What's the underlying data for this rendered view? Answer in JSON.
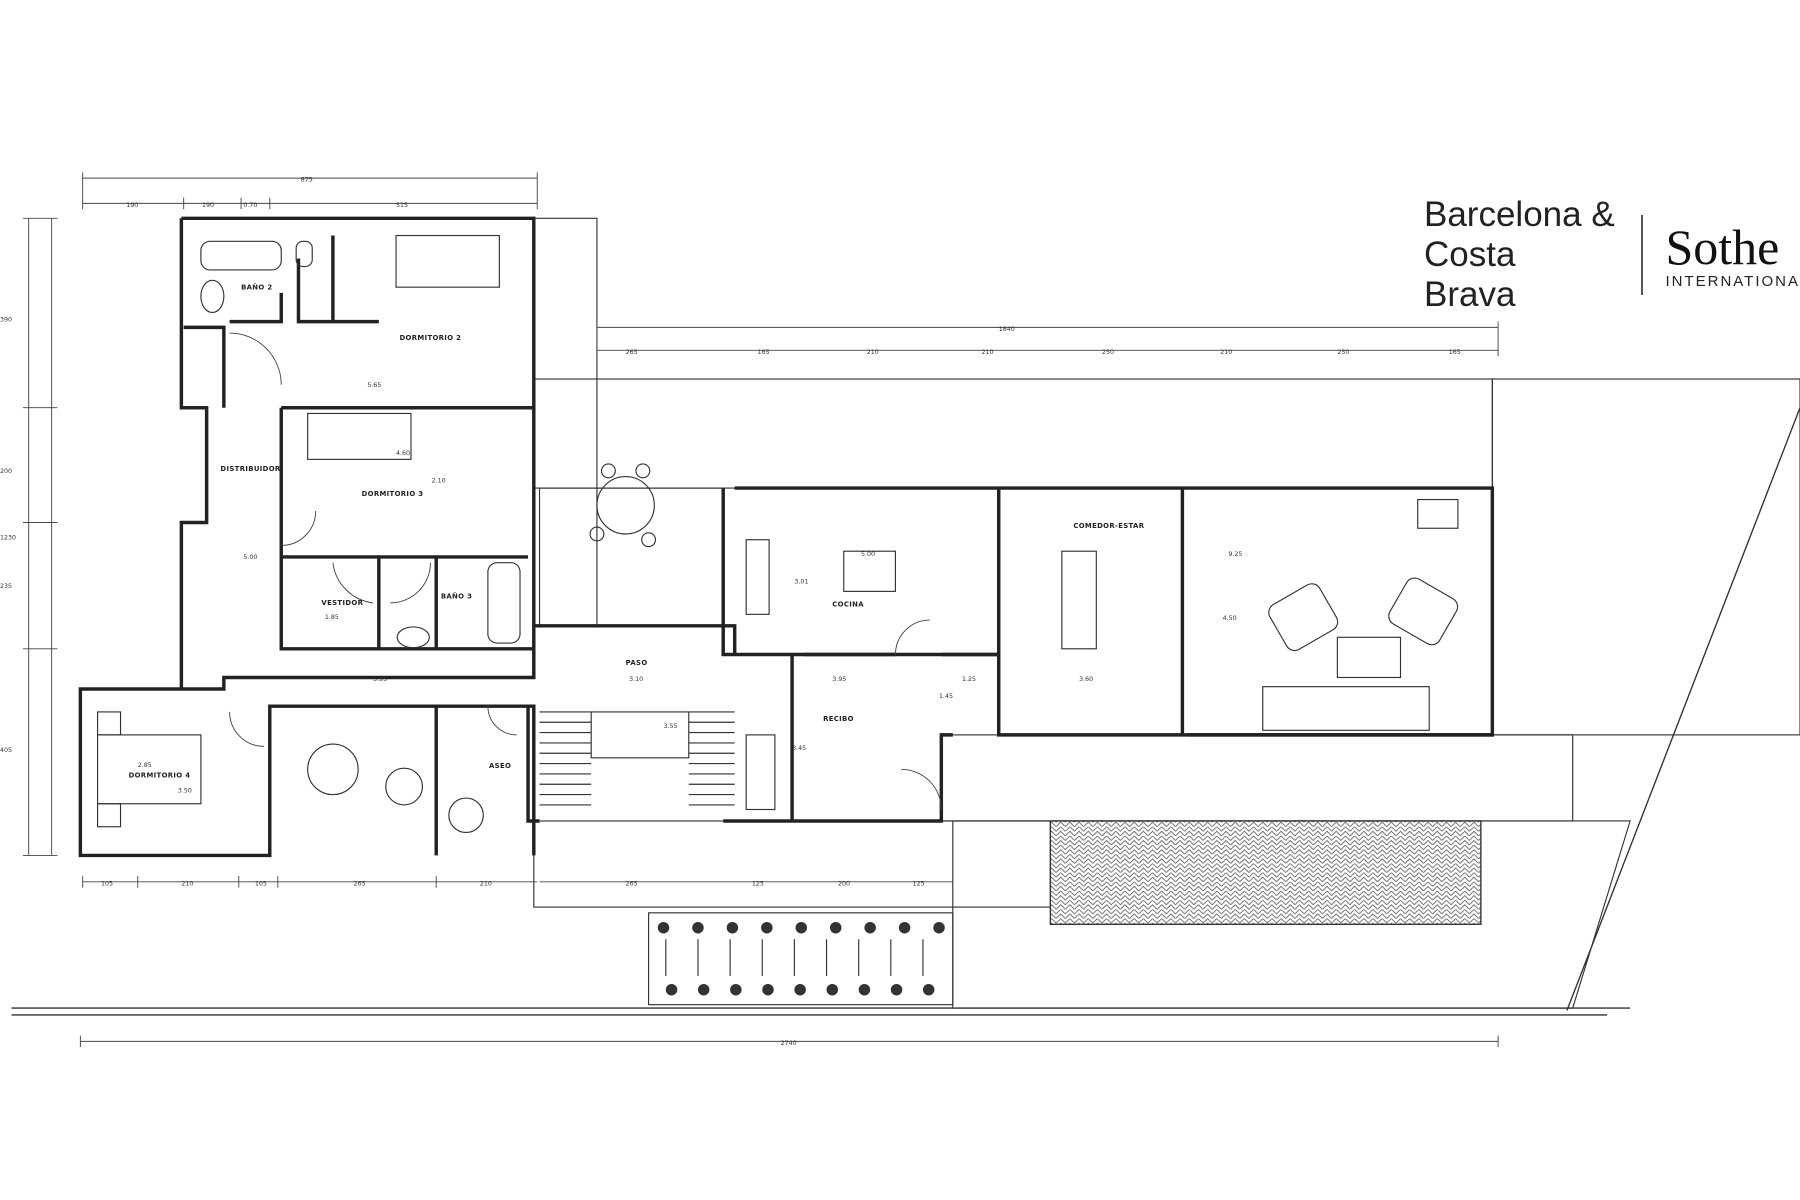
{
  "logo": {
    "line1": "Barcelona &",
    "line2": "Costa Brava",
    "brand": "Sothe",
    "subtitle": "INTERNATIONA"
  },
  "rooms": {
    "bano2": "BAÑO 2",
    "dormitorio2": "DORMITORIO 2",
    "distribuidor": "DISTRIBUIDOR",
    "dormitorio3": "DORMITORIO 3",
    "vestidor": "VESTIDOR",
    "bano3": "BAÑO 3",
    "dormitorio4": "DORMITORIO 4",
    "aseo": "ASEO",
    "paso": "PASO",
    "recibo": "RECIBO",
    "cocina": "COCINA",
    "comedor_estar": "COMEDOR-ESTAR"
  },
  "dimensions": {
    "top_total": "875",
    "top_parts": [
      "190",
      "190",
      "0.70",
      "515"
    ],
    "terrace_total": "1840",
    "terrace_parts": [
      "265",
      "165",
      "210",
      "210",
      "250",
      "210",
      "250",
      "165"
    ],
    "bottom_parts": [
      "105",
      "210",
      "105",
      "265",
      "210",
      "265",
      "125",
      "200",
      "125"
    ],
    "overall_total": "2740",
    "left_parts": [
      "390",
      "200",
      "1230",
      "235",
      "405"
    ],
    "interior": [
      "5.65",
      "4.60",
      "2.10",
      "5.00",
      "1.85",
      "5.95",
      "3.10",
      "3.95",
      "1.25",
      "3.60",
      "9.25",
      "4.50",
      "3.45",
      "1.45",
      "3.55",
      "2.85",
      "3.50",
      "5.00",
      "3.01"
    ]
  },
  "colors": {
    "ink": "#222222",
    "paper": "#ffffff"
  }
}
